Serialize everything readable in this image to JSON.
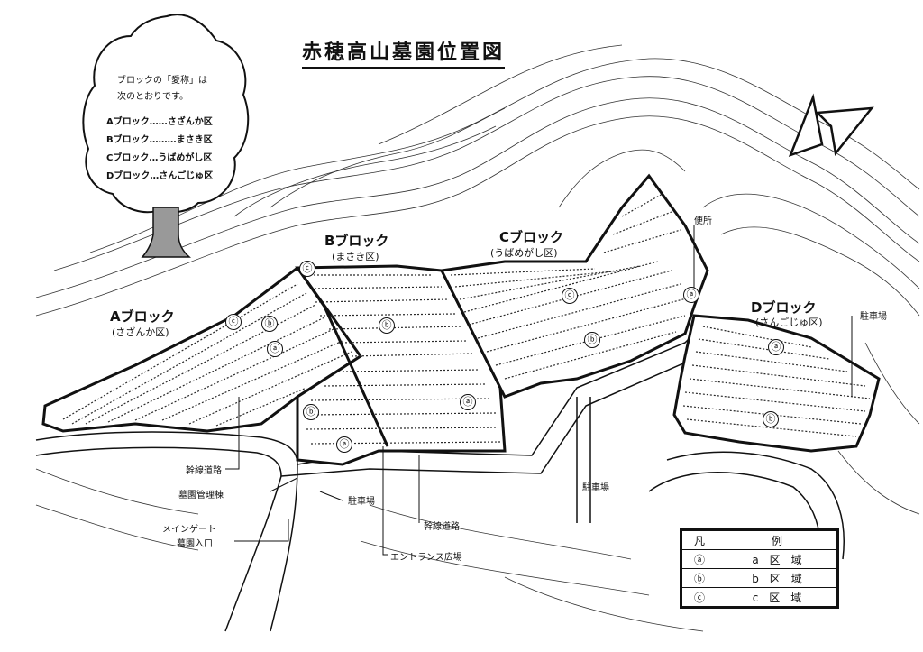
{
  "title": "赤穂高山墓園位置図",
  "intro": {
    "line1": "ブロックの「愛称」は",
    "line2": "次のとおりです。",
    "items": [
      "Aブロック……さざんか区",
      "Bブロック………まさき区",
      "Cブロック…うばめがし区",
      "Dブロック…さんごじゅ区"
    ]
  },
  "blocks": {
    "a": {
      "name": "Aブロック",
      "nick": "(さざんか区)"
    },
    "b": {
      "name": "Bブロック",
      "nick": "(まさき区)"
    },
    "c": {
      "name": "Cブロック",
      "nick": "(うばめがし区)"
    },
    "d": {
      "name": "Dブロック",
      "nick": "(さんごじゅ区)"
    }
  },
  "markers": {
    "a": "ⓐ",
    "b": "ⓑ",
    "c": "ⓒ"
  },
  "callouts": {
    "toilet": "便所",
    "parking_d": "駐車場",
    "parking_center": "駐車場",
    "parking_main": "駐車場",
    "main_road_left": "幹線道路",
    "main_road_center": "幹線道路",
    "office": "墓園管理棟",
    "main_gate": "メインゲート",
    "entrance": "墓園入口",
    "plaza": "エントランス広場"
  },
  "legend": {
    "header_left": "凡",
    "header_right": "例",
    "rows": [
      {
        "mark": "ⓐ",
        "label": "a　区　域"
      },
      {
        "mark": "ⓑ",
        "label": "b　区　域"
      },
      {
        "mark": "ⓒ",
        "label": "c　区　域"
      }
    ]
  },
  "colors": {
    "ink": "#111111",
    "plot": "#2a2a2a",
    "paper": "#ffffff"
  },
  "icons": [
    "tree-icon",
    "north-arrow-icon"
  ]
}
